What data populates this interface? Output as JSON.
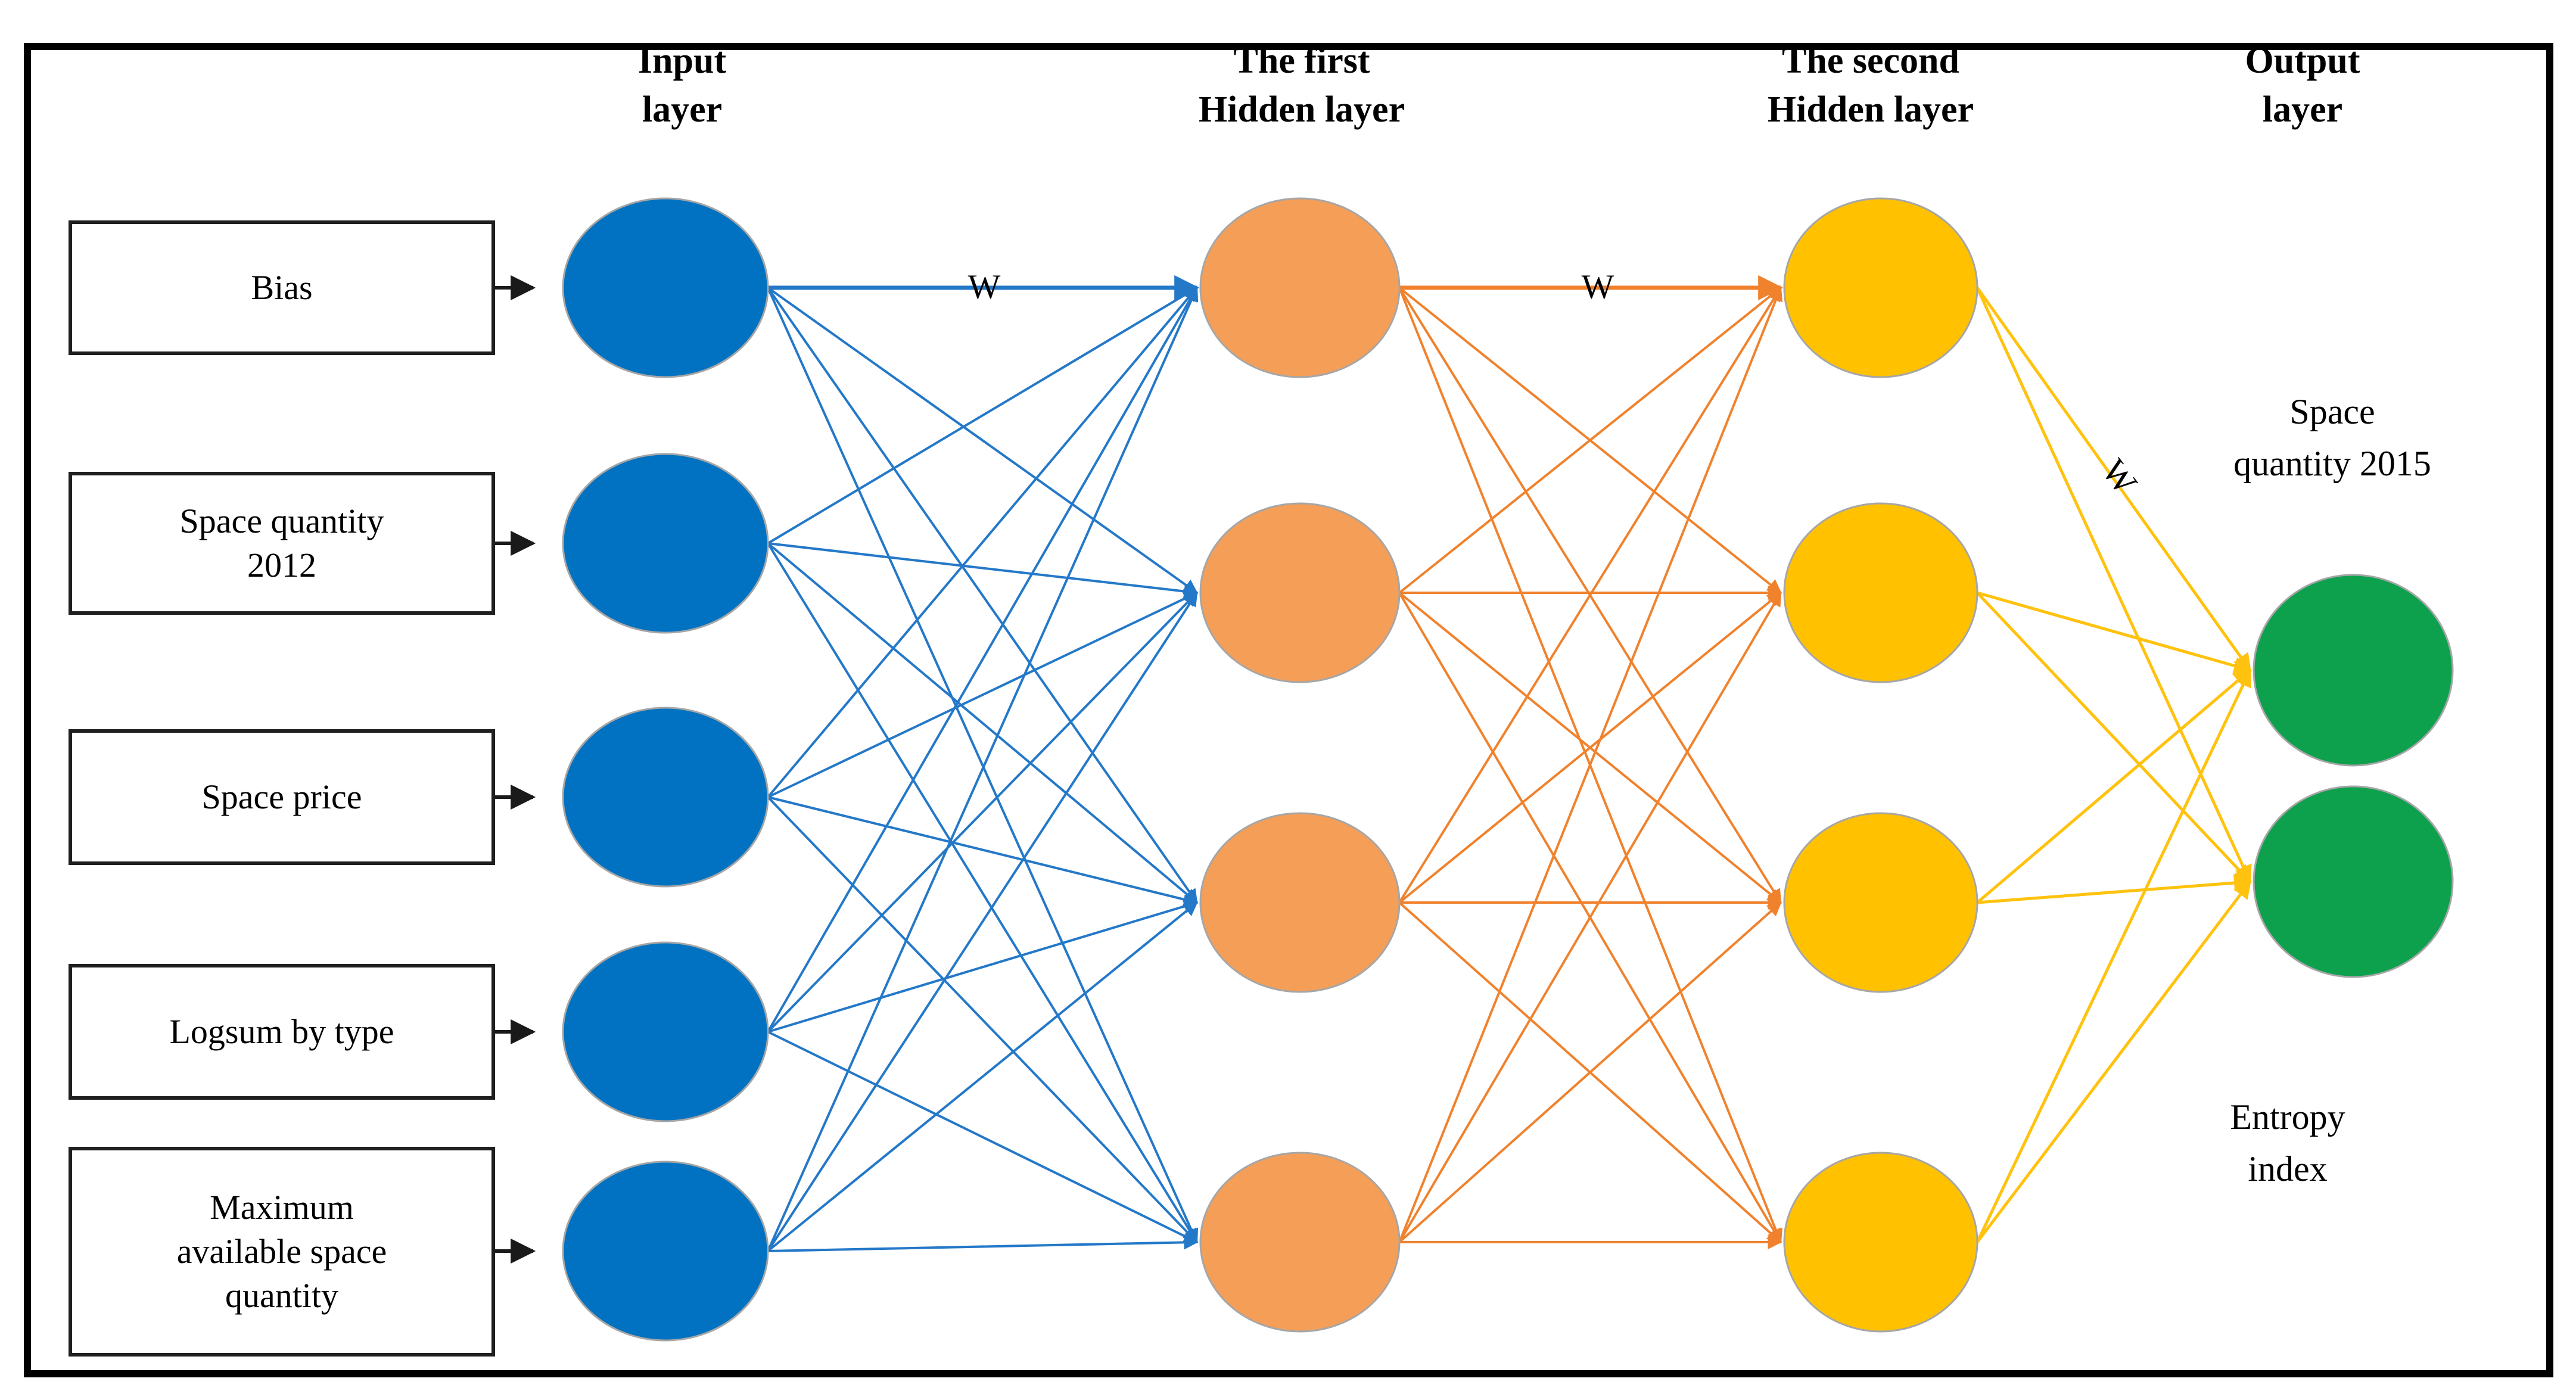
{
  "figure": {
    "background": "#ffffff",
    "border_color": "#000000",
    "node_border_color": "#a6a6a6",
    "input_arrow_color": "#1a1a1a"
  },
  "headers": [
    {
      "text": "Input\nlayer"
    },
    {
      "text": "The first\nHidden layer"
    },
    {
      "text": "The second\nHidden layer"
    },
    {
      "text": "Output\nlayer"
    }
  ],
  "input_boxes": [
    {
      "label": "Bias"
    },
    {
      "label": "Space quantity\n2012"
    },
    {
      "label": "Space price"
    },
    {
      "label": "Logsum by type"
    },
    {
      "label": "Maximum\navailable space\nquantity"
    }
  ],
  "layers": [
    {
      "name": "Input layer",
      "type": "input",
      "node_count": 5,
      "color": "#0072c1"
    },
    {
      "name": "The first Hidden layer",
      "type": "hidden",
      "node_count": 4,
      "color": "#f49e58"
    },
    {
      "name": "The second Hidden layer",
      "type": "hidden",
      "node_count": 4,
      "color": "#ffc100"
    },
    {
      "name": "Output layer",
      "type": "output",
      "node_count": 2,
      "color": "#0da14e"
    }
  ],
  "edges": [
    {
      "from": "input-layer",
      "to": "first-hidden-layer",
      "color": "#2478c8",
      "weight_label": "W"
    },
    {
      "from": "first-hidden-layer",
      "to": "second-hidden-layer",
      "color": "#f0822d",
      "weight_label": "W"
    },
    {
      "from": "second-hidden-layer",
      "to": "output-layer",
      "color": "#ffc20e",
      "weight_label": "W"
    }
  ],
  "output_labels": [
    {
      "text": "Space\nquantity 2015"
    },
    {
      "text": "Entropy\nindex"
    }
  ]
}
